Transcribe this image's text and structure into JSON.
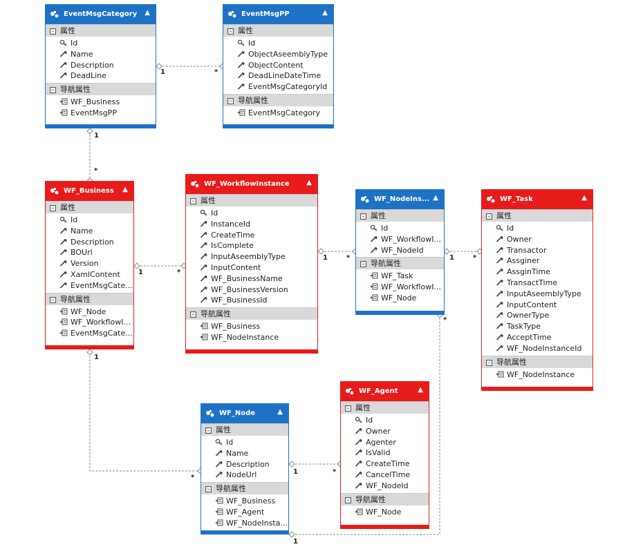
{
  "entities": [
    {
      "id": "EventMsgCategory",
      "title": "EventMsgCategory",
      "color": "blue",
      "props_label": "属性",
      "props": [
        [
          "key",
          "Id"
        ],
        [
          "prop",
          "Name"
        ],
        [
          "prop",
          "Description"
        ],
        [
          "prop",
          "DeadLine"
        ]
      ],
      "nav_label": "导航属性",
      "navs": [
        "WF_Business",
        "EventMsgPP"
      ]
    },
    {
      "id": "EventMsgPP",
      "title": "EventMsgPP",
      "color": "blue",
      "props_label": "属性",
      "props": [
        [
          "key",
          "Id"
        ],
        [
          "prop",
          "ObjectAseemblyType"
        ],
        [
          "prop",
          "ObjectContent"
        ],
        [
          "prop",
          "DeadLineDateTime"
        ],
        [
          "prop",
          "EventMsgCategoryId"
        ]
      ],
      "nav_label": "导航属性",
      "navs": [
        "EventMsgCategory"
      ]
    },
    {
      "id": "WF_Business",
      "title": "WF_Business",
      "color": "red",
      "props_label": "属性",
      "props": [
        [
          "key",
          "Id"
        ],
        [
          "prop",
          "Name"
        ],
        [
          "prop",
          "Description"
        ],
        [
          "prop",
          "BOUrl"
        ],
        [
          "prop",
          "Version"
        ],
        [
          "prop",
          "XamlContent"
        ],
        [
          "prop",
          "EventMsgCate..."
        ]
      ],
      "nav_label": "导航属性",
      "navs": [
        "WF_Node",
        "WF_WorkflowI...",
        "EventMsgCate..."
      ]
    },
    {
      "id": "WF_WorkflowInstance",
      "title": "WF_WorkflowInstance",
      "color": "red",
      "props_label": "属性",
      "props": [
        [
          "key",
          "Id"
        ],
        [
          "prop",
          "InstanceId"
        ],
        [
          "prop",
          "CreateTime"
        ],
        [
          "prop",
          "IsComplete"
        ],
        [
          "prop",
          "InputAseemblyType"
        ],
        [
          "prop",
          "InputContent"
        ],
        [
          "prop",
          "WF_BusinessName"
        ],
        [
          "prop",
          "WF_BusinessVersion"
        ],
        [
          "prop",
          "WF_BusinessId"
        ]
      ],
      "nav_label": "导航属性",
      "navs": [
        "WF_Business",
        "WF_NodeInstance"
      ]
    },
    {
      "id": "WF_NodeInstance",
      "title": "WF_NodeIns...",
      "color": "blue",
      "props_label": "属性",
      "props": [
        [
          "key",
          "Id"
        ],
        [
          "prop",
          "WF_WorkflowI..."
        ],
        [
          "prop",
          "WF_NodeId"
        ]
      ],
      "nav_label": "导航属性",
      "navs": [
        "WF_Task",
        "WF_WorkflowI...",
        "WF_Node"
      ]
    },
    {
      "id": "WF_Task",
      "title": "WF_Task",
      "color": "red",
      "props_label": "属性",
      "props": [
        [
          "key",
          "Id"
        ],
        [
          "prop",
          "Owner"
        ],
        [
          "prop",
          "Transactor"
        ],
        [
          "prop",
          "Assginer"
        ],
        [
          "prop",
          "AssginTime"
        ],
        [
          "prop",
          "TransactTime"
        ],
        [
          "prop",
          "InputAseemblyType"
        ],
        [
          "prop",
          "InputContent"
        ],
        [
          "prop",
          "OwnerType"
        ],
        [
          "prop",
          "TaskType"
        ],
        [
          "prop",
          "AcceptTime"
        ],
        [
          "prop",
          "WF_NodeInstanceId"
        ]
      ],
      "nav_label": "导航属性",
      "navs": [
        "WF_NodeInstance"
      ]
    },
    {
      "id": "WF_Node",
      "title": "WF_Node",
      "color": "blue",
      "props_label": "属性",
      "props": [
        [
          "key",
          "Id"
        ],
        [
          "prop",
          "Name"
        ],
        [
          "prop",
          "Description"
        ],
        [
          "prop",
          "NodeUrl"
        ]
      ],
      "nav_label": "导航属性",
      "navs": [
        "WF_Business",
        "WF_Agent",
        "WF_NodeInsta..."
      ]
    },
    {
      "id": "WF_Agent",
      "title": "WF_Agent",
      "color": "red",
      "props_label": "属性",
      "props": [
        [
          "key",
          "Id"
        ],
        [
          "prop",
          "Owner"
        ],
        [
          "prop",
          "Agenter"
        ],
        [
          "prop",
          "IsValid"
        ],
        [
          "prop",
          "CreateTime"
        ],
        [
          "prop",
          "CancelTime"
        ],
        [
          "prop",
          "WF_NodeId"
        ]
      ],
      "nav_label": "导航属性",
      "navs": [
        "WF_Node"
      ]
    }
  ],
  "multiplicities": {
    "cat_pp_a": "1",
    "cat_pp_b": "*",
    "cat_bus_a": "1",
    "cat_bus_b": "*",
    "bus_wfi_a": "1",
    "bus_wfi_b": "*",
    "wfi_ni_a": "1",
    "wfi_ni_b": "*",
    "ni_task_a": "1",
    "ni_task_b": "*",
    "bus_node_a": "1",
    "bus_node_b": "*",
    "node_agent_a": "1",
    "node_agent_b": "*",
    "node_ni_a": "1",
    "node_ni_b": "*"
  },
  "colors": {
    "blue": "#1e72c6",
    "red": "#e81b1b",
    "section": "#d9d9d9",
    "edge": "#8a8a8a"
  }
}
